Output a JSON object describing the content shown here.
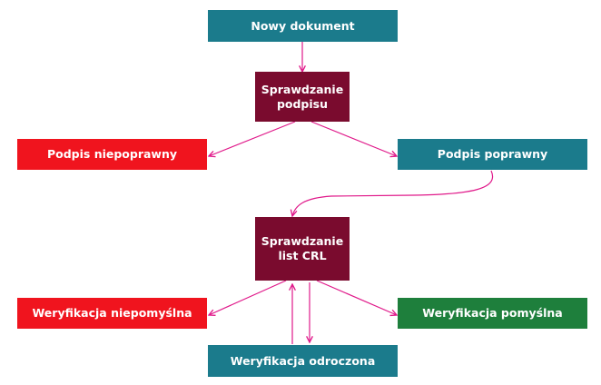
{
  "colors": {
    "teal": "#1b7b8c",
    "maroon": "#7a0b2e",
    "red": "#f0141e",
    "green": "#1e7f3c",
    "connector": "#e0198a"
  },
  "nodes": {
    "new_document": "Nowy dokument",
    "check_signature": {
      "line1": "Sprawdzanie",
      "line2": "podpisu"
    },
    "signature_invalid": "Podpis niepoprawny",
    "signature_valid": "Podpis poprawny",
    "check_crl": {
      "line1": "Sprawdzanie",
      "line2": "list CRL"
    },
    "verification_failed": "Weryfikacja niepomyślna",
    "verification_passed": "Weryfikacja pomyślna",
    "verification_deferred": "Weryfikacja odroczona"
  },
  "edges": [
    {
      "from": "new_document",
      "to": "check_signature"
    },
    {
      "from": "check_signature",
      "to": "signature_invalid"
    },
    {
      "from": "check_signature",
      "to": "signature_valid"
    },
    {
      "from": "signature_valid",
      "to": "check_crl"
    },
    {
      "from": "check_crl",
      "to": "verification_failed"
    },
    {
      "from": "check_crl",
      "to": "verification_passed"
    },
    {
      "from": "check_crl",
      "to": "verification_deferred"
    },
    {
      "from": "verification_deferred",
      "to": "check_crl"
    }
  ]
}
